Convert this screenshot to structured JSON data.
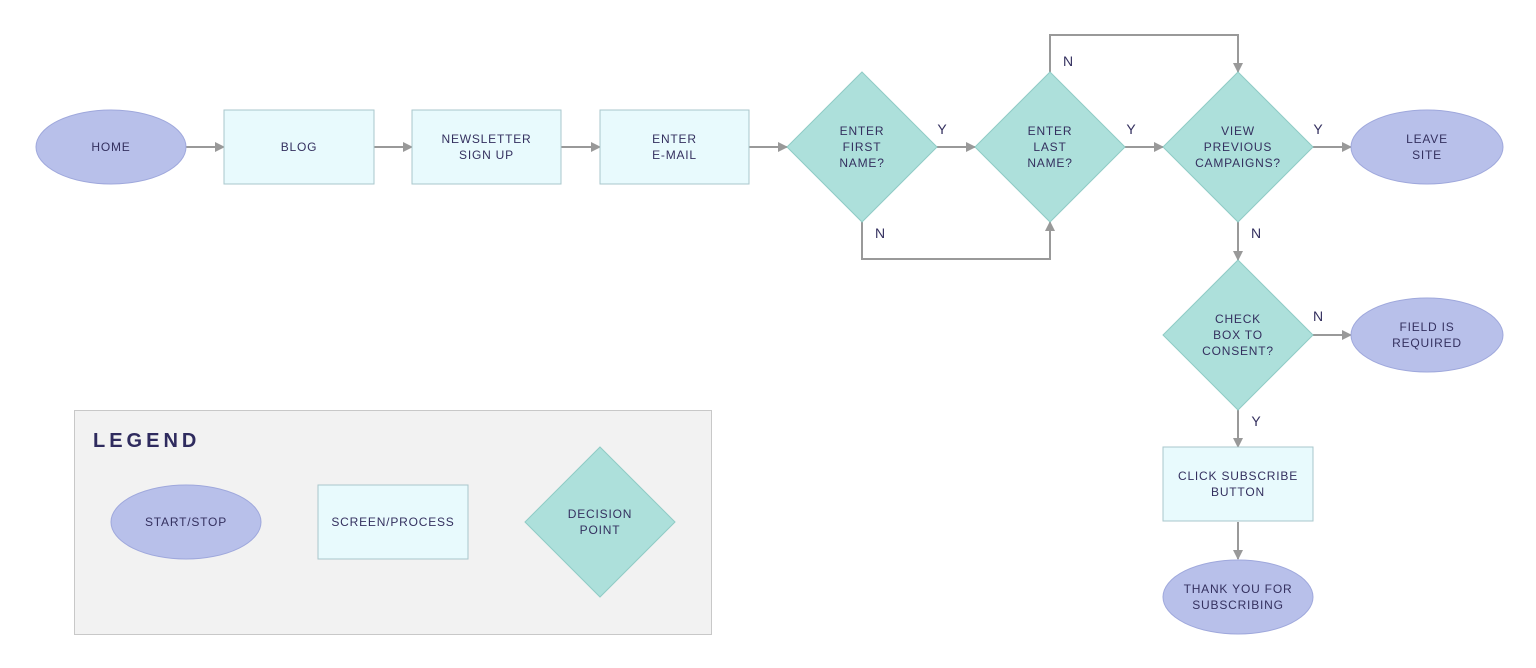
{
  "colors": {
    "oval_fill": "#b8c0ea",
    "oval_stroke": "#9fa8dc",
    "rect_fill": "#e8fafd",
    "rect_stroke": "#a9c7cc",
    "diamond_fill": "#ade0db",
    "diamond_stroke": "#8fcbc5",
    "arrow": "#999999",
    "text": "#34305f"
  },
  "nodes": {
    "home": "HOME",
    "blog": "BLOG",
    "newsletter": [
      "NEWSLETTER",
      "SIGN UP"
    ],
    "enter_email": [
      "ENTER",
      "E-MAIL"
    ],
    "first_name": [
      "ENTER",
      "FIRST",
      "NAME?"
    ],
    "last_name": [
      "ENTER",
      "LAST",
      "NAME?"
    ],
    "view_campaigns": [
      "VIEW",
      "PREVIOUS",
      "CAMPAIGNS?"
    ],
    "leave_site": [
      "LEAVE",
      "SITE"
    ],
    "consent": [
      "CHECK",
      "BOX TO",
      "CONSENT?"
    ],
    "field_required": [
      "FIELD IS",
      "REQUIRED"
    ],
    "click_subscribe": [
      "CLICK SUBSCRIBE",
      "BUTTON"
    ],
    "thank_you": [
      "THANK YOU FOR",
      "SUBSCRIBING"
    ]
  },
  "edge_labels": {
    "first_yes": "Y",
    "first_no": "N",
    "last_yes": "Y",
    "last_no": "N",
    "view_yes": "Y",
    "view_no": "N",
    "consent_no": "N",
    "consent_yes": "Y"
  },
  "legend": {
    "title": "LEGEND",
    "start_stop": "START/STOP",
    "screen_process": "SCREEN/PROCESS",
    "decision_point": [
      "DECISION",
      "POINT"
    ]
  }
}
